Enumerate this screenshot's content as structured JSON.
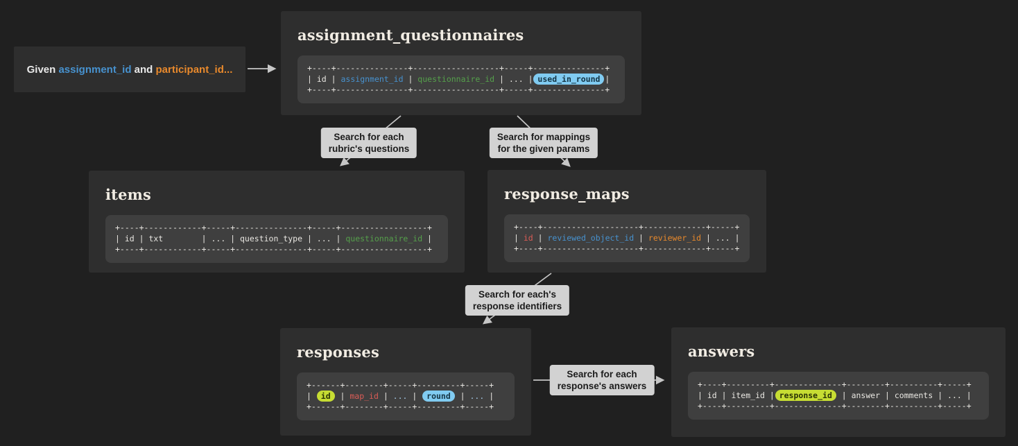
{
  "colors": {
    "page_bg": "#202020",
    "node_bg": "#2e2e2e",
    "code_bg": "#3f3f3f",
    "title": "#f1ece3",
    "mono": "#e9e7e2",
    "blue": "#4792cf",
    "green": "#55a04b",
    "orange": "#e8892c",
    "red": "#da5c56",
    "dots_blue": "#a5c8e4",
    "pill_blue_bg": "#80cbf1",
    "pill_blue_text": "#143444",
    "pill_green_bg": "#c7dd33",
    "pill_green_text": "#2a3305",
    "label_bg": "#d2d2d2",
    "label_text": "#1b1b1b",
    "arrow": "#c6c6c6"
  },
  "given": {
    "prefix": "Given ",
    "assignment_id": "assignment_id",
    "middle": " and ",
    "participant_id": "participant_id..."
  },
  "nodes": {
    "assignment_questionnaires": {
      "title": "assignment_questionnaires",
      "border": "+----+---------------+------------------+-----+---------------+",
      "row": [
        {
          "t": "| ",
          "c": "w"
        },
        {
          "t": "id",
          "c": "w"
        },
        {
          "t": " | ",
          "c": "w"
        },
        {
          "t": "assignment_id",
          "c": "blue"
        },
        {
          "t": " | ",
          "c": "w"
        },
        {
          "t": "questionnaire_id",
          "c": "green"
        },
        {
          "t": " | ",
          "c": "w"
        },
        {
          "t": "...",
          "c": "w"
        },
        {
          "t": " | ",
          "c": "w"
        },
        {
          "t": "used_in_round",
          "c": "pill-blue"
        },
        {
          "t": " |",
          "c": "w"
        }
      ]
    },
    "items": {
      "title": "items",
      "border": "+----+------------+-----+---------------+-----+------------------+",
      "row": [
        {
          "t": "| id | txt        | ... | question_type | ... | ",
          "c": "w"
        },
        {
          "t": "questionnaire_id",
          "c": "green"
        },
        {
          "t": " |",
          "c": "w"
        }
      ]
    },
    "response_maps": {
      "title": "response_maps",
      "border": "+----+--------------------+-------------+-----+",
      "row": [
        {
          "t": "| ",
          "c": "w"
        },
        {
          "t": "id",
          "c": "red"
        },
        {
          "t": " | ",
          "c": "w"
        },
        {
          "t": "reviewed_object_id",
          "c": "blue"
        },
        {
          "t": " | ",
          "c": "w"
        },
        {
          "t": "reviewer_id",
          "c": "orange"
        },
        {
          "t": " | ",
          "c": "w"
        },
        {
          "t": "...",
          "c": "w"
        },
        {
          "t": " |",
          "c": "w"
        }
      ]
    },
    "responses": {
      "title": "responses",
      "border": "+------+--------+-----+---------+-----+",
      "row": [
        {
          "t": "|  ",
          "c": "w"
        },
        {
          "t": "id",
          "c": "pill-green"
        },
        {
          "t": "  | ",
          "c": "w"
        },
        {
          "t": "map_id",
          "c": "red"
        },
        {
          "t": " | ",
          "c": "w"
        },
        {
          "t": "...",
          "c": "dots"
        },
        {
          "t": " |  ",
          "c": "w"
        },
        {
          "t": "round",
          "c": "pill-blue"
        },
        {
          "t": "  | ",
          "c": "w"
        },
        {
          "t": "...",
          "c": "dots"
        },
        {
          "t": " |",
          "c": "w"
        }
      ]
    },
    "answers": {
      "title": "answers",
      "border": "+----+---------+--------------+--------+----------+-----+",
      "row": [
        {
          "t": "| id | item_id | ",
          "c": "w"
        },
        {
          "t": "response_id",
          "c": "pill-green"
        },
        {
          "t": "  | answer | comments | ... |",
          "c": "w"
        }
      ]
    }
  },
  "arrow_labels": {
    "l1": {
      "line1": "Search for each",
      "line2": "rubric's questions"
    },
    "l2": {
      "line1": "Search for mappings",
      "line2": "for the given params"
    },
    "l3": {
      "line1": "Search for each's",
      "line2": "response identifiers"
    },
    "l4": {
      "line1": "Search for each",
      "line2": "response's answers"
    }
  }
}
